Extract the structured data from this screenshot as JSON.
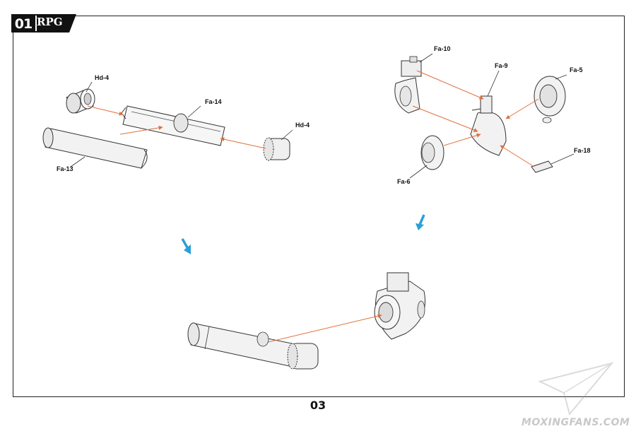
{
  "header": {
    "step_number": "01",
    "brand": "RPG"
  },
  "footer": {
    "page_number": "03"
  },
  "parts": {
    "hd4_left": "Hd-4",
    "fa14": "Fa-14",
    "fa13": "Fa-13",
    "hd4_right": "Hd-4",
    "fa10": "Fa-10",
    "fa9": "Fa-9",
    "fa5": "Fa-5",
    "fa6": "Fa-6",
    "fa18": "Fa-18"
  },
  "watermark": {
    "text": "MOXINGFANS.COM"
  },
  "colors": {
    "guide_line": "#e0703a",
    "flow_arrow": "#2a9fd8",
    "outline": "#333333",
    "part_fill": "#f2f2f2"
  }
}
